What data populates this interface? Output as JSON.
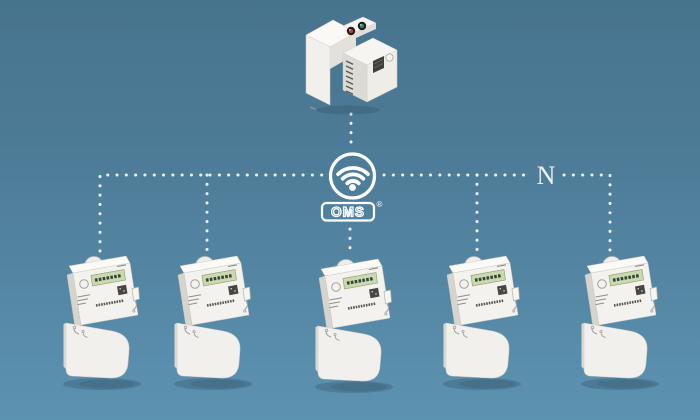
{
  "diagram": {
    "labels": {
      "network_size": "N",
      "oms": "OMS",
      "registered": "®"
    },
    "nodes": {
      "gateway_icon": "din-rail-data-concentrator-icon",
      "hub_icon": "wifi-oms-radio-icon",
      "meter_icon": "smart-meter-icon",
      "meter_count": 5
    },
    "colors": {
      "background_top": "#47738d",
      "background_bottom": "#5c93b1",
      "connector_dots": "#f3f8fb",
      "wifi_icon": "#ffffff",
      "device_body": "#f2f1ed",
      "lcd_display": "#ccd8ae",
      "jack_red": "#c63a2f",
      "jack_green": "#2f8f4f"
    }
  }
}
